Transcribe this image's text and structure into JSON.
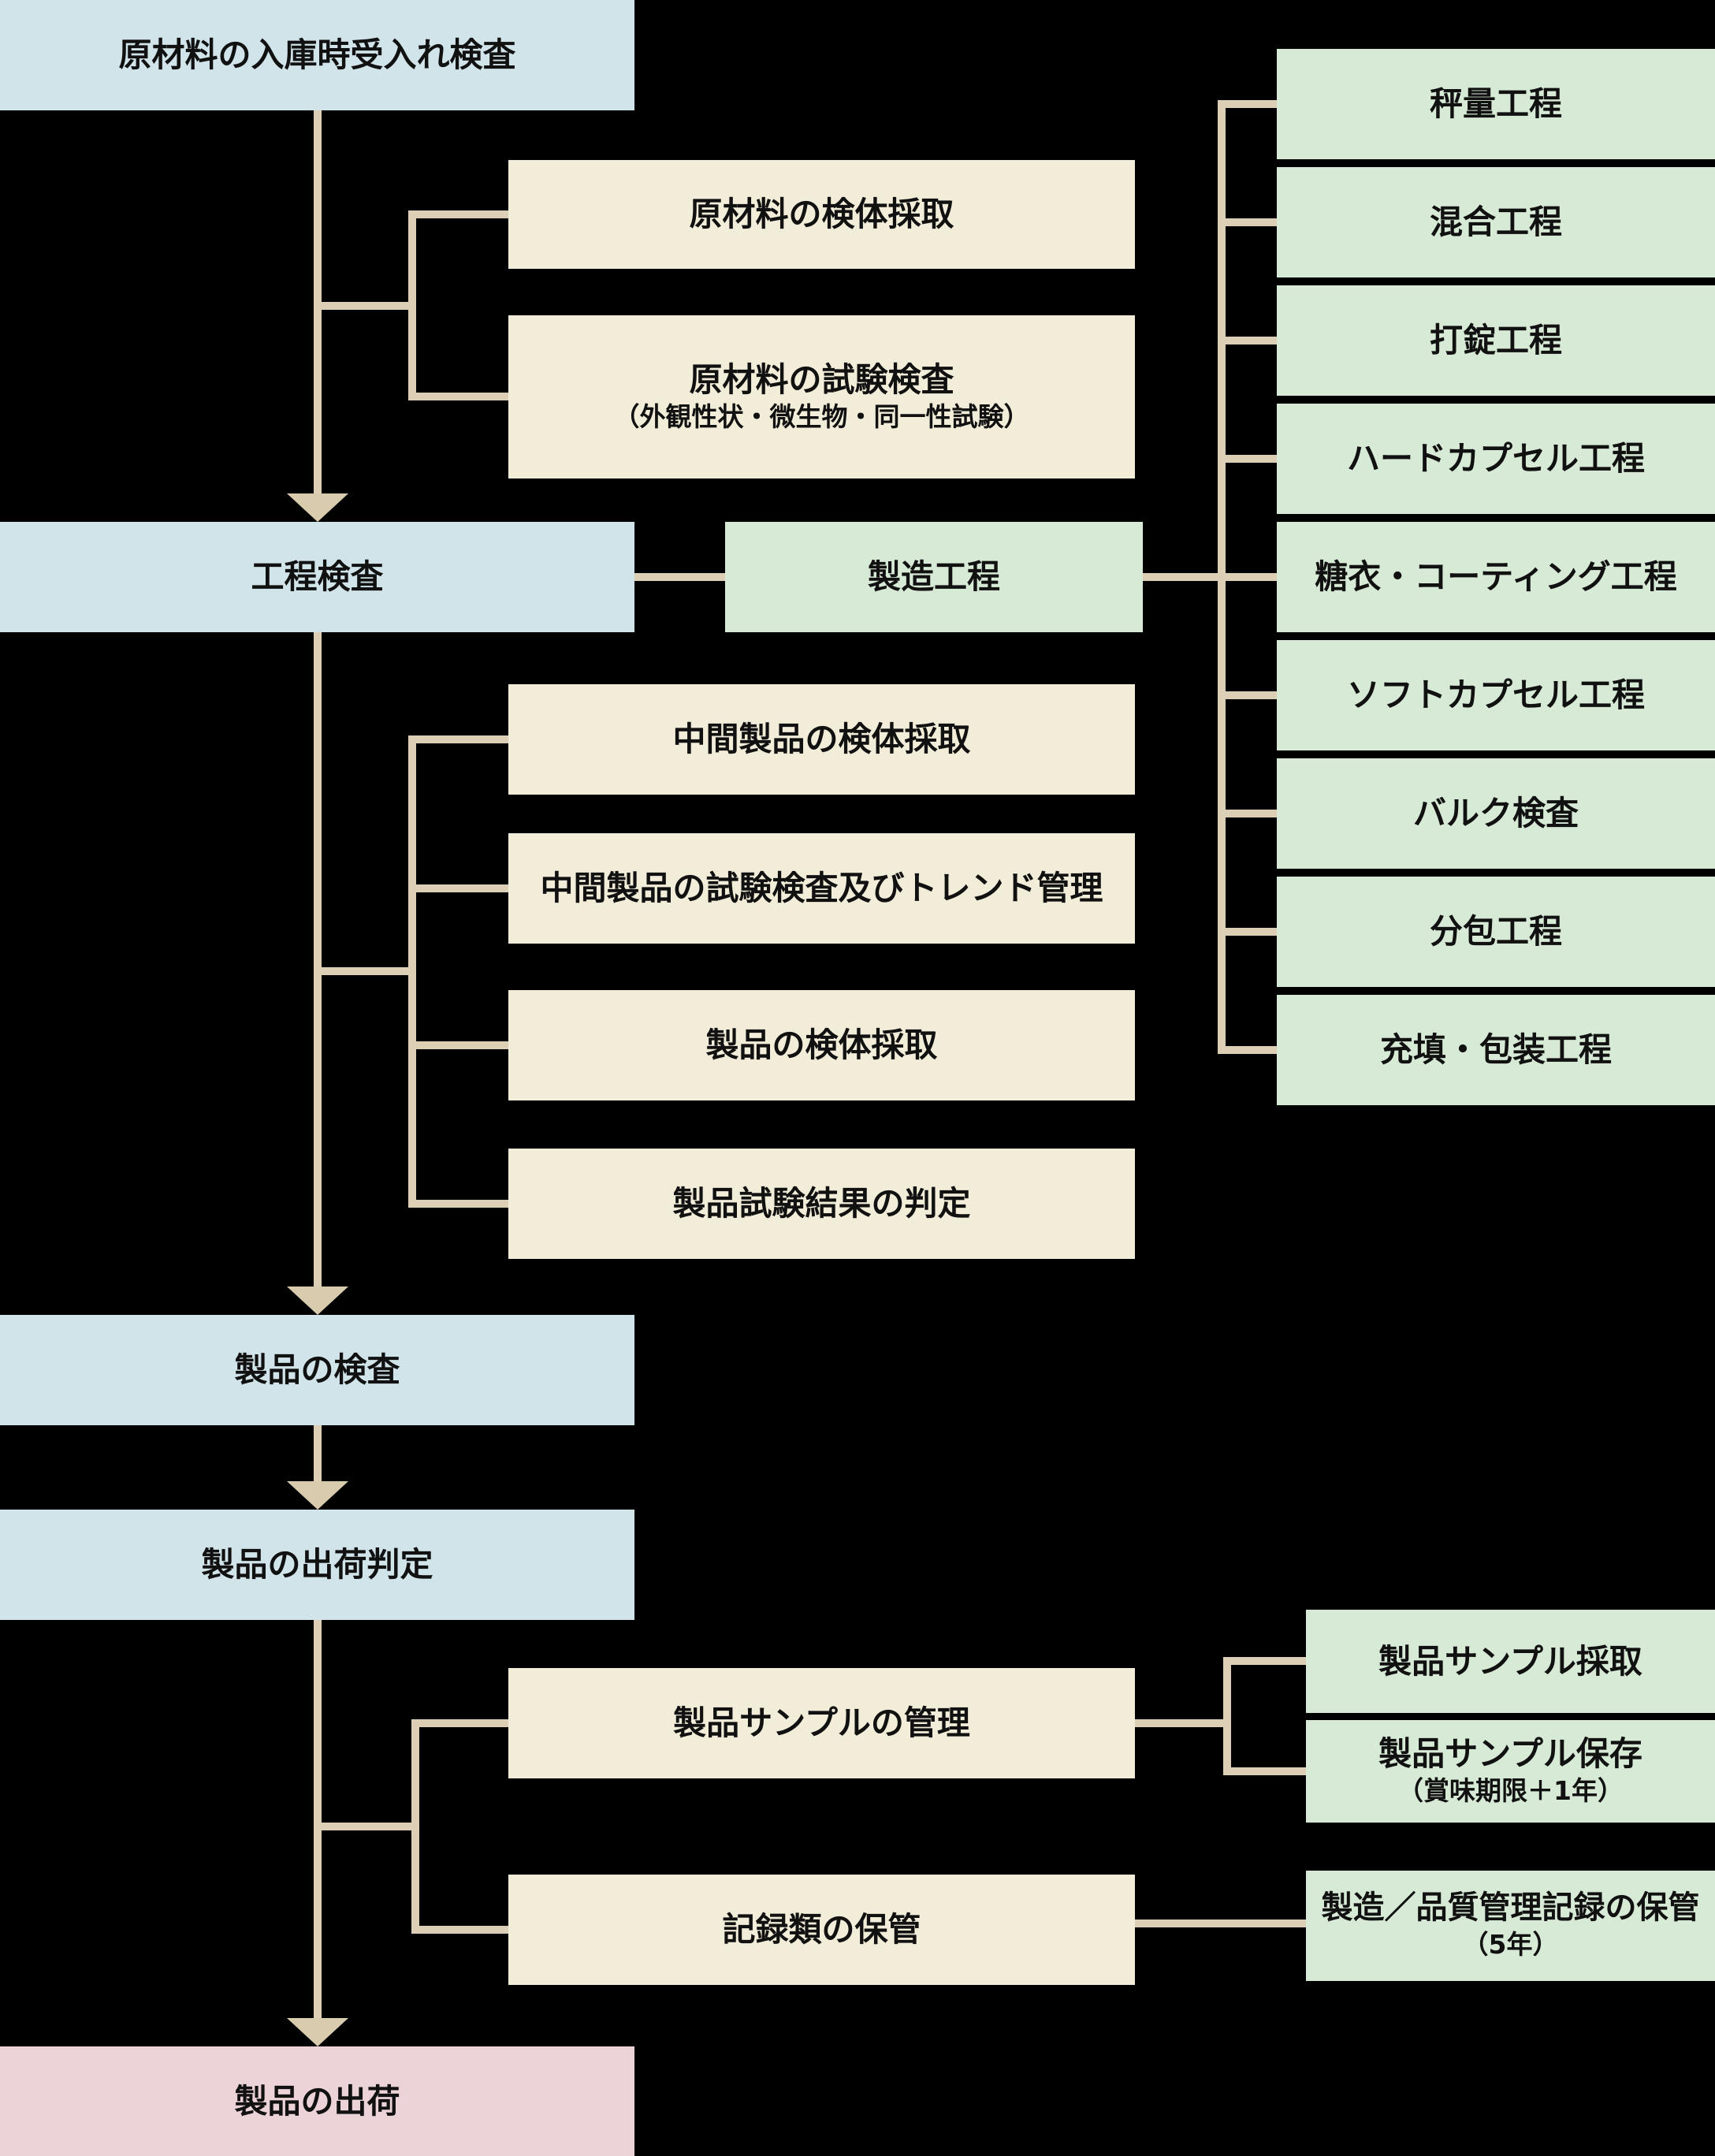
{
  "colors": {
    "background": "#000000",
    "blue": "#d1e4ea",
    "green": "#d7ead6",
    "cream": "#f2edd9",
    "pink": "#ebd3d8",
    "line": "#dccfb6",
    "arrow": "#d8cbae",
    "text": "#111111"
  },
  "nodes": {
    "main_flow": [
      "原材料の入庫時受入れ検査",
      "工程検査",
      "製品の検査",
      "製品の出荷判定",
      "製品の出荷"
    ],
    "raw_material_branch": [
      {
        "label": "原材料の検体採取"
      },
      {
        "label": "原材料の試験検査",
        "sub": "（外観性状・微生物・同一性試験）"
      }
    ],
    "manufacturing": {
      "label": "製造工程",
      "steps": [
        "秤量工程",
        "混合工程",
        "打錠工程",
        "ハードカプセル工程",
        "糖衣・コーティング工程",
        "ソフトカプセル工程",
        "バルク検査",
        "分包工程",
        "充填・包装工程"
      ]
    },
    "in_process_branch": [
      "中間製品の検体採取",
      "中間製品の試験検査及びトレンド管理",
      "製品の検体採取",
      "製品試験結果の判定"
    ],
    "post_judgment_branch": {
      "sample_management": {
        "label": "製品サンプルの管理",
        "children": [
          {
            "label": "製品サンプル採取"
          },
          {
            "label": "製品サンプル保存",
            "sub": "（賞味期限＋1年）"
          }
        ]
      },
      "records": {
        "label": "記録類の保管",
        "children": [
          {
            "label": "製造／品質管理記録の保管",
            "sub": "（5年）"
          }
        ]
      }
    }
  }
}
